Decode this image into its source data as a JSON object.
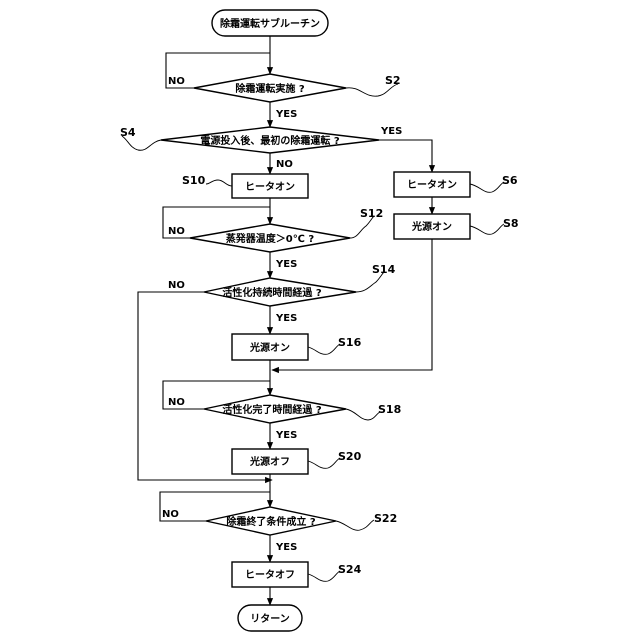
{
  "flowchart": {
    "start": "除霜運転サブルーチン",
    "end": "リターン",
    "decisions": {
      "s2": "除霜運転実施 ?",
      "s4": "電源投入後、最初の除霜運転 ?",
      "s12": "蒸発器温度＞0℃ ?",
      "s14": "活性化持続時間経過 ?",
      "s18": "活性化完了時間経過 ?",
      "s22": "除霜終了条件成立 ?"
    },
    "processes": {
      "s10": "ヒータオン",
      "s6": "ヒータオン",
      "s8": "光源オン",
      "s16": "光源オン",
      "s20": "光源オフ",
      "s24": "ヒータオフ"
    },
    "branch_labels": {
      "yes": "YES",
      "no": "NO"
    },
    "step_ids": {
      "s2": "S2",
      "s4": "S4",
      "s6": "S6",
      "s8": "S8",
      "s10": "S10",
      "s12": "S12",
      "s14": "S14",
      "s16": "S16",
      "s18": "S18",
      "s20": "S20",
      "s22": "S22",
      "s24": "S24"
    }
  }
}
